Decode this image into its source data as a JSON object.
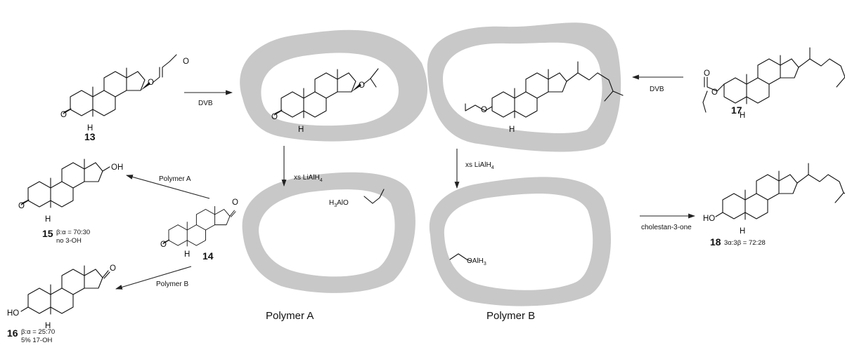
{
  "compounds": {
    "c13": "13",
    "c14": "14",
    "c15": "15",
    "c16": "16",
    "c17": "17",
    "c18": "18"
  },
  "notes": {
    "n15_ratio": "β:α = 70:30",
    "n15_extra": "no 3-OH",
    "n16_ratio": "β:α = 25:70",
    "n16_extra": "5% 17-OH",
    "n18_ratio": "3α:3β = 72:28"
  },
  "reagents": {
    "dvb_left": "DVB",
    "dvb_right": "DVB",
    "lialh_left": "xs LiAlH",
    "lialh_right": "xs LiAlH",
    "lialh_sub": "4",
    "polymer_a_arrow": "Polymer A",
    "polymer_b_arrow": "Polymer B",
    "cholestanone": "cholestan-3-one"
  },
  "polymers": {
    "a_label": "Polymer A",
    "b_label": "Polymer B"
  },
  "atoms": {
    "O": "O",
    "OH": "OH",
    "HO": "HO",
    "H": "H",
    "h3alo": "H",
    "h3alo_sub": "3",
    "h3alo_rest": "AlO",
    "oalh": "OAlH",
    "oalh_sub": "3"
  }
}
